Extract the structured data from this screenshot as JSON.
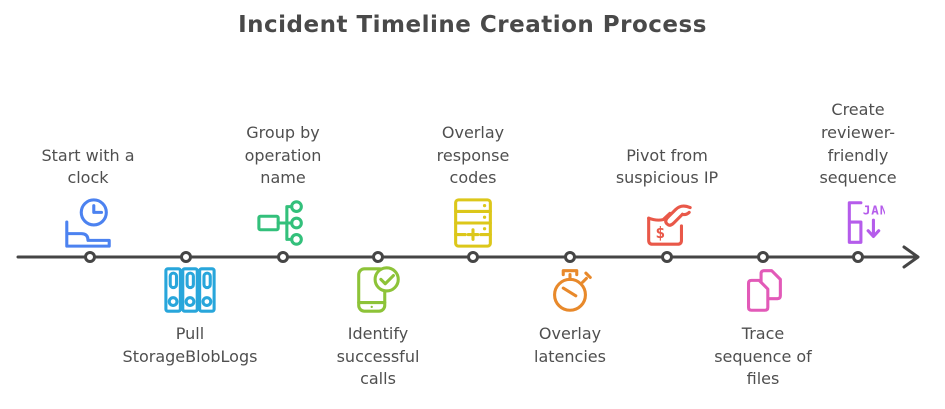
{
  "title": "Incident Timeline Creation Process",
  "timeline": {
    "axis_color": "#454545",
    "node_fill": "#ffffff",
    "node_count": 9
  },
  "steps": [
    {
      "label": "Start with a\nclock",
      "icon": "clock-bed-icon",
      "color": "#4c82f0",
      "side": "above"
    },
    {
      "label": "Pull\nStorageBlobLogs",
      "icon": "archive-binders-icon",
      "color": "#28a6db",
      "side": "below"
    },
    {
      "label": "Group by\noperation\nname",
      "icon": "org-tree-icon",
      "color": "#33c07b",
      "side": "above"
    },
    {
      "label": "Identify\nsuccessful\ncalls",
      "icon": "phone-check-icon",
      "color": "#8dc338",
      "side": "below"
    },
    {
      "label": "Overlay\nresponse\ncodes",
      "icon": "server-add-icon",
      "color": "#dcc71a",
      "side": "above"
    },
    {
      "label": "Overlay\nlatencies",
      "icon": "stopwatch-icon",
      "color": "#e8892b",
      "side": "below"
    },
    {
      "label": "Pivot from\nsuspicious IP",
      "icon": "pickpocket-icon",
      "color": "#e95849",
      "side": "above",
      "icon_text": "$"
    },
    {
      "label": "Trace\nsequence of\nfiles",
      "icon": "copy-files-icon",
      "color": "#e25ab8",
      "side": "below"
    },
    {
      "label": "Create\nreviewer-\nfriendly\nsequence",
      "icon": "calendar-sort-icon",
      "color": "#b55ceb",
      "side": "above",
      "icon_text": "JAN"
    }
  ]
}
